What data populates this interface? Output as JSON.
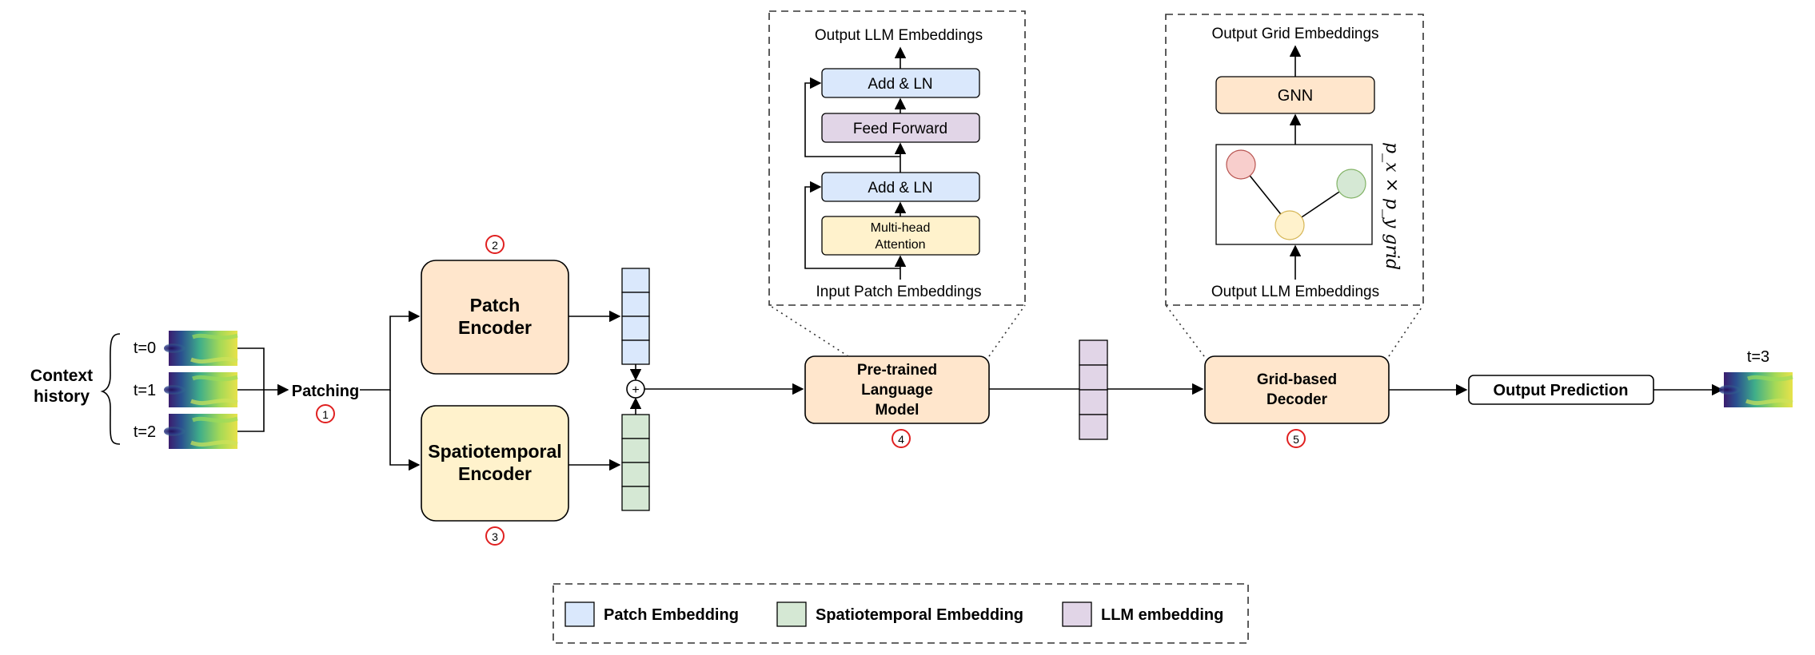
{
  "input": {
    "label_line1": "Context",
    "label_line2": "history",
    "frames": [
      "t=0",
      "t=1",
      "t=2"
    ],
    "patching": "Patching"
  },
  "encoders": {
    "patch_line1": "Patch",
    "patch_line2": "Encoder",
    "spatio_line1": "Spatiotemporal",
    "spatio_line2": "Encoder",
    "plus": "+"
  },
  "steps": [
    "1",
    "2",
    "3",
    "4",
    "5"
  ],
  "llm": {
    "line1": "Pre-trained",
    "line2": "Language",
    "line3": "Model"
  },
  "transformer_detail": {
    "output": "Output LLM Embeddings",
    "add_ln_top": "Add & LN",
    "feed_forward": "Feed Forward",
    "add_ln_bottom": "Add & LN",
    "mha_line1": "Multi-head",
    "mha_line2": "Attention",
    "input": "Input Patch Embeddings"
  },
  "decoder": {
    "line1": "Grid-based",
    "line2": "Decoder"
  },
  "decoder_detail": {
    "output": "Output Grid Embeddings",
    "gnn": "GNN",
    "grid_label": "p_x × p_y grid",
    "input": "Output LLM Embeddings"
  },
  "output": {
    "prediction": "Output Prediction",
    "frame": "t=3"
  },
  "legend": {
    "patch": "Patch Embedding",
    "spatio": "Spatiotemporal Embedding",
    "llm": "LLM embedding"
  },
  "colors": {
    "patch_embedding": "#dae8fc",
    "patch_embedding_stroke": "#6c8ebf",
    "spatio_embedding": "#d5e8d4",
    "spatio_embedding_stroke": "#82b366",
    "llm_embedding": "#e1d5e7",
    "llm_embedding_stroke": "#9673a6",
    "encoder_fill": "#ffe6cc",
    "spatio_encoder_fill": "#fff2cc",
    "step_circle": "#e02020"
  }
}
